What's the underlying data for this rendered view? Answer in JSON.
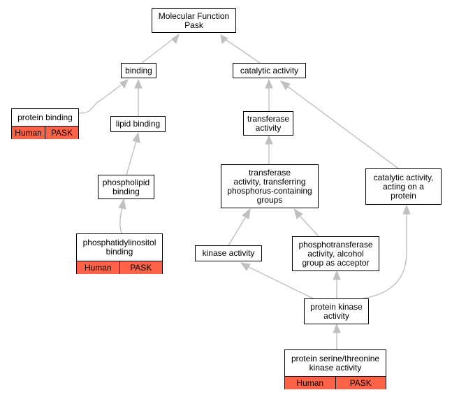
{
  "diagram": {
    "edge_color": "#c0c0c0",
    "annotation_color": "#ff6347",
    "nodes": {
      "root": {
        "label": "Molecular Function\nPask"
      },
      "binding": {
        "label": "binding"
      },
      "catalytic": {
        "label": "catalytic activity"
      },
      "protein_binding": {
        "label": "protein binding",
        "tags": [
          "Human",
          "PASK"
        ]
      },
      "lipid_binding": {
        "label": "lipid binding"
      },
      "transferase": {
        "label": "transferase\nactivity"
      },
      "transferase_phos": {
        "label": "transferase\nactivity, transferring\nphosphorus-containing\ngroups"
      },
      "catalytic_protein": {
        "label": "catalytic activity,\nacting on a\nprotein"
      },
      "phospholipid": {
        "label": "phospholipid\nbinding"
      },
      "pip_binding": {
        "label": "phosphatidylinositol\nbinding",
        "tags": [
          "Human",
          "PASK"
        ]
      },
      "kinase": {
        "label": "kinase activity"
      },
      "phosphotransferase": {
        "label": "phosphotransferase\nactivity, alcohol\ngroup as acceptor"
      },
      "protein_kinase": {
        "label": "protein kinase\nactivity"
      },
      "ser_thr_kinase": {
        "label": "protein serine/threonine\nkinase activity",
        "tags": [
          "Human",
          "PASK"
        ]
      }
    },
    "edges": [
      {
        "from": "binding",
        "to": "root"
      },
      {
        "from": "catalytic",
        "to": "root"
      },
      {
        "from": "protein_binding",
        "to": "binding"
      },
      {
        "from": "lipid_binding",
        "to": "binding"
      },
      {
        "from": "transferase",
        "to": "catalytic"
      },
      {
        "from": "catalytic_protein",
        "to": "catalytic"
      },
      {
        "from": "transferase_phos",
        "to": "transferase"
      },
      {
        "from": "phospholipid",
        "to": "lipid_binding"
      },
      {
        "from": "pip_binding",
        "to": "phospholipid"
      },
      {
        "from": "kinase",
        "to": "transferase_phos"
      },
      {
        "from": "phosphotransferase",
        "to": "transferase_phos"
      },
      {
        "from": "protein_kinase",
        "to": "kinase"
      },
      {
        "from": "protein_kinase",
        "to": "phosphotransferase"
      },
      {
        "from": "protein_kinase",
        "to": "catalytic_protein"
      },
      {
        "from": "ser_thr_kinase",
        "to": "protein_kinase"
      }
    ]
  }
}
